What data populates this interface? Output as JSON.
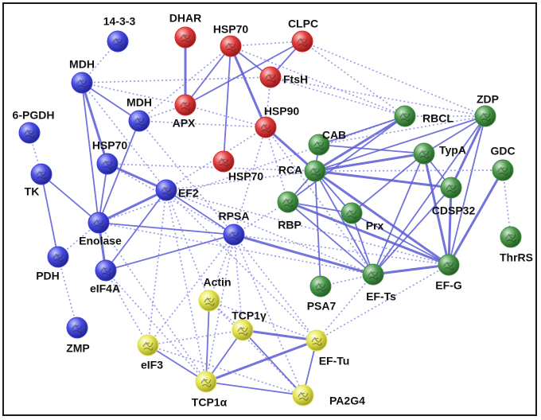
{
  "palette": {
    "red": "#d42a2a",
    "blue": "#3b3fd8",
    "green": "#3f8a3f",
    "yellow": "#e2e24a",
    "edge_strong": "#5a5ad6",
    "edge_light": "#9a9ae6"
  },
  "nodes": [
    {
      "id": "n1433",
      "label": "14-3-3",
      "color": "blue"
    },
    {
      "id": "nMDH1",
      "label": "MDH",
      "color": "blue"
    },
    {
      "id": "nMDH2",
      "label": "MDH",
      "color": "blue"
    },
    {
      "id": "n6PGDH",
      "label": "6-PGDH",
      "color": "blue"
    },
    {
      "id": "nTK",
      "label": "TK",
      "color": "blue"
    },
    {
      "id": "nHSP70b",
      "label": "HSP70",
      "color": "blue"
    },
    {
      "id": "nEF2",
      "label": "EF2",
      "color": "blue"
    },
    {
      "id": "nEnolase",
      "label": "Enolase",
      "color": "blue"
    },
    {
      "id": "nRPSA",
      "label": "RPSA",
      "color": "blue"
    },
    {
      "id": "nPDH",
      "label": "PDH",
      "color": "blue"
    },
    {
      "id": "neIF4A",
      "label": "eIF4A",
      "color": "blue"
    },
    {
      "id": "nZMP",
      "label": "ZMP",
      "color": "blue"
    },
    {
      "id": "nDHAR",
      "label": "DHAR",
      "color": "red"
    },
    {
      "id": "nHSP70r",
      "label": "HSP70",
      "color": "red"
    },
    {
      "id": "nCLPC",
      "label": "CLPC",
      "color": "red"
    },
    {
      "id": "nFtsH",
      "label": "FtsH",
      "color": "red"
    },
    {
      "id": "nAPX",
      "label": "APX",
      "color": "red"
    },
    {
      "id": "nHSP90",
      "label": "HSP90",
      "color": "red"
    },
    {
      "id": "nHSP70r2",
      "label": "HSP70",
      "color": "red"
    },
    {
      "id": "nRBCL",
      "label": "RBCL",
      "color": "green"
    },
    {
      "id": "nZDP",
      "label": "ZDP",
      "color": "green"
    },
    {
      "id": "nCAB",
      "label": "CAB",
      "color": "green"
    },
    {
      "id": "nTypA",
      "label": "TypA",
      "color": "green"
    },
    {
      "id": "nGDC",
      "label": "GDC",
      "color": "green"
    },
    {
      "id": "nRCA",
      "label": "RCA",
      "color": "green"
    },
    {
      "id": "nCDSP32",
      "label": "CDSP32",
      "color": "green"
    },
    {
      "id": "nRBP",
      "label": "RBP",
      "color": "green"
    },
    {
      "id": "nPrx",
      "label": "Prx",
      "color": "green"
    },
    {
      "id": "nThrRS",
      "label": "ThrRS",
      "color": "green"
    },
    {
      "id": "nPSA7",
      "label": "PSA7",
      "color": "green"
    },
    {
      "id": "nEFTs",
      "label": "EF-Ts",
      "color": "green"
    },
    {
      "id": "nEFG",
      "label": "EF-G",
      "color": "green"
    },
    {
      "id": "nActin",
      "label": "Actin",
      "color": "yellow"
    },
    {
      "id": "nTCP1g",
      "label": "TCP1γ",
      "color": "yellow"
    },
    {
      "id": "nEFTu",
      "label": "EF-Tu",
      "color": "yellow"
    },
    {
      "id": "neIF3",
      "label": "eIF3",
      "color": "yellow"
    },
    {
      "id": "nTCP1a",
      "label": "TCP1α",
      "color": "yellow"
    },
    {
      "id": "nPA2G4",
      "label": "PA2G4",
      "color": "yellow"
    }
  ],
  "edges": [
    [
      "nMDH1",
      "n1433",
      "dotted"
    ],
    [
      "nMDH1",
      "nMDH2",
      "solid"
    ],
    [
      "nMDH1",
      "nEnolase",
      "solid"
    ],
    [
      "nMDH1",
      "nHSP70b",
      "solid"
    ],
    [
      "nMDH1",
      "nEF2",
      "dotted"
    ],
    [
      "nMDH1",
      "nAPX",
      "dotted"
    ],
    [
      "nMDH1",
      "nFtsH",
      "dotted"
    ],
    [
      "nMDH2",
      "nEnolase",
      "solid"
    ],
    [
      "nMDH2",
      "nAPX",
      "dotted"
    ],
    [
      "nMDH2",
      "nHSP70r",
      "dotted"
    ],
    [
      "nMDH2",
      "nHSP90",
      "dotted"
    ],
    [
      "nMDH2",
      "nRPSA",
      "dotted"
    ],
    [
      "n6PGDH",
      "nTK",
      "dotted"
    ],
    [
      "nTK",
      "nEnolase",
      "solid"
    ],
    [
      "nTK",
      "nPDH",
      "solid"
    ],
    [
      "nPDH",
      "nEnolase",
      "dotted"
    ],
    [
      "nPDH",
      "nZMP",
      "dotted"
    ],
    [
      "nHSP70b",
      "nEnolase",
      "solid"
    ],
    [
      "nHSP70b",
      "nEF2",
      "solid"
    ],
    [
      "nHSP70b",
      "nRPSA",
      "dotted"
    ],
    [
      "nHSP70b",
      "nRCA",
      "dotted"
    ],
    [
      "nEF2",
      "nEnolase",
      "solid"
    ],
    [
      "nEF2",
      "neIF4A",
      "solid"
    ],
    [
      "nEF2",
      "nRPSA",
      "solid"
    ],
    [
      "nEF2",
      "nHSP90",
      "dotted"
    ],
    [
      "nEF2",
      "nEFTs",
      "dotted"
    ],
    [
      "nEF2",
      "nEFG",
      "dotted"
    ],
    [
      "nEF2",
      "nEFTu",
      "dotted"
    ],
    [
      "nEF2",
      "neIF3",
      "dotted"
    ],
    [
      "nEF2",
      "nTCP1a",
      "dotted"
    ],
    [
      "nEF2",
      "nActin",
      "dotted"
    ],
    [
      "nEF2",
      "nRCA",
      "dotted"
    ],
    [
      "nEnolase",
      "nRPSA",
      "solid"
    ],
    [
      "nEnolase",
      "neIF4A",
      "solid"
    ],
    [
      "nEnolase",
      "nRBCL",
      "dotted"
    ],
    [
      "nEnolase",
      "nEFTs",
      "dotted"
    ],
    [
      "nEnolase",
      "nTCP1a",
      "dotted"
    ],
    [
      "nRPSA",
      "neIF4A",
      "solid"
    ],
    [
      "nRPSA",
      "neIF3",
      "dotted"
    ],
    [
      "nRPSA",
      "nTCP1a",
      "dotted"
    ],
    [
      "nRPSA",
      "nPA2G4",
      "dotted"
    ],
    [
      "nRPSA",
      "nEFTu",
      "dotted"
    ],
    [
      "nRPSA",
      "nEFTs",
      "solid"
    ],
    [
      "nRPSA",
      "nEFG",
      "dotted"
    ],
    [
      "nRPSA",
      "nTCP1g",
      "dotted"
    ],
    [
      "nRPSA",
      "nActin",
      "dotted"
    ],
    [
      "nRPSA",
      "nRBP",
      "dotted"
    ],
    [
      "nRPSA",
      "nHSP90",
      "dotted"
    ],
    [
      "nDHAR",
      "nAPX",
      "solid"
    ],
    [
      "nHSP70r",
      "nAPX",
      "solid"
    ],
    [
      "nHSP70r",
      "nFtsH",
      "solid"
    ],
    [
      "nHSP70r",
      "nHSP90",
      "solid"
    ],
    [
      "nHSP70r",
      "nHSP70r2",
      "solid"
    ],
    [
      "nHSP70r",
      "nCLPC",
      "dotted"
    ],
    [
      "nHSP70r",
      "nRBCL",
      "dotted"
    ],
    [
      "nCLPC",
      "nFtsH",
      "solid"
    ],
    [
      "nCLPC",
      "nAPX",
      "solid"
    ],
    [
      "nCLPC",
      "nZDP",
      "dotted"
    ],
    [
      "nCLPC",
      "nRBCL",
      "dotted"
    ],
    [
      "nFtsH",
      "nZDP",
      "dotted"
    ],
    [
      "nFtsH",
      "nHSP90",
      "dotted"
    ],
    [
      "nFtsH",
      "nRBCL",
      "dotted"
    ],
    [
      "nAPX",
      "nHSP90",
      "dotted"
    ],
    [
      "nHSP90",
      "nRCA",
      "solid"
    ],
    [
      "nHSP90",
      "nEFTs",
      "dotted"
    ],
    [
      "nHSP90",
      "nRBP",
      "dotted"
    ],
    [
      "nRBCL",
      "nRCA",
      "solid"
    ],
    [
      "nRBCL",
      "nCAB",
      "solid"
    ],
    [
      "nRBCL",
      "nRBP",
      "solid"
    ],
    [
      "nRBCL",
      "nZDP",
      "dotted"
    ],
    [
      "nZDP",
      "nRCA",
      "solid"
    ],
    [
      "nZDP",
      "nTypA",
      "solid"
    ],
    [
      "nZDP",
      "nCDSP32",
      "solid"
    ],
    [
      "nZDP",
      "nEFG",
      "solid"
    ],
    [
      "nZDP",
      "nEFTs",
      "solid"
    ],
    [
      "nZDP",
      "nCAB",
      "dotted"
    ],
    [
      "nCAB",
      "nRCA",
      "solid"
    ],
    [
      "nCAB",
      "nTypA",
      "solid"
    ],
    [
      "nRCA",
      "nTypA",
      "solid"
    ],
    [
      "nRCA",
      "nRBP",
      "solid"
    ],
    [
      "nRCA",
      "nPrx",
      "solid"
    ],
    [
      "nRCA",
      "nCDSP32",
      "solid"
    ],
    [
      "nRCA",
      "nPSA7",
      "solid"
    ],
    [
      "nRCA",
      "nEFTs",
      "solid"
    ],
    [
      "nRCA",
      "nEFG",
      "solid"
    ],
    [
      "nRCA",
      "nGDC",
      "dotted"
    ],
    [
      "nTypA",
      "nCDSP32",
      "solid"
    ],
    [
      "nTypA",
      "nEFG",
      "solid"
    ],
    [
      "nTypA",
      "nEFTs",
      "solid"
    ],
    [
      "nTypA",
      "nPrx",
      "solid"
    ],
    [
      "nCDSP32",
      "nEFG",
      "solid"
    ],
    [
      "nCDSP32",
      "nEFTs",
      "solid"
    ],
    [
      "nGDC",
      "nThrRS",
      "dotted"
    ],
    [
      "nGDC",
      "nEFG",
      "solid"
    ],
    [
      "nRBP",
      "nPrx",
      "solid"
    ],
    [
      "nRBP",
      "nEFTs",
      "solid"
    ],
    [
      "nRBP",
      "nEFG",
      "solid"
    ],
    [
      "nPrx",
      "nEFTs",
      "solid"
    ],
    [
      "nPrx",
      "nEFG",
      "solid"
    ],
    [
      "nEFTs",
      "nEFG",
      "solid"
    ],
    [
      "nEFTs",
      "nEFTu",
      "dotted"
    ],
    [
      "nEFTs",
      "nPSA7",
      "dotted"
    ],
    [
      "nEFG",
      "nEFTu",
      "dotted"
    ],
    [
      "nActin",
      "nTCP1a",
      "solid"
    ],
    [
      "nActin",
      "nTCP1g",
      "dotted"
    ],
    [
      "nActin",
      "nPA2G4",
      "dotted"
    ],
    [
      "nActin",
      "nEFTu",
      "dotted"
    ],
    [
      "nTCP1g",
      "nTCP1a",
      "solid"
    ],
    [
      "nTCP1g",
      "nEFTu",
      "solid"
    ],
    [
      "nTCP1g",
      "nPA2G4",
      "solid"
    ],
    [
      "nTCP1g",
      "neIF3",
      "dotted"
    ],
    [
      "nEFTu",
      "nTCP1a",
      "solid"
    ],
    [
      "nEFTu",
      "nPA2G4",
      "solid"
    ],
    [
      "neIF3",
      "nTCP1a",
      "solid"
    ],
    [
      "neIF3",
      "nPA2G4",
      "dotted"
    ],
    [
      "nTCP1a",
      "nPA2G4",
      "solid"
    ],
    [
      "neIF4A",
      "neIF3",
      "dotted"
    ],
    [
      "neIF4A",
      "nTCP1a",
      "dotted"
    ]
  ]
}
